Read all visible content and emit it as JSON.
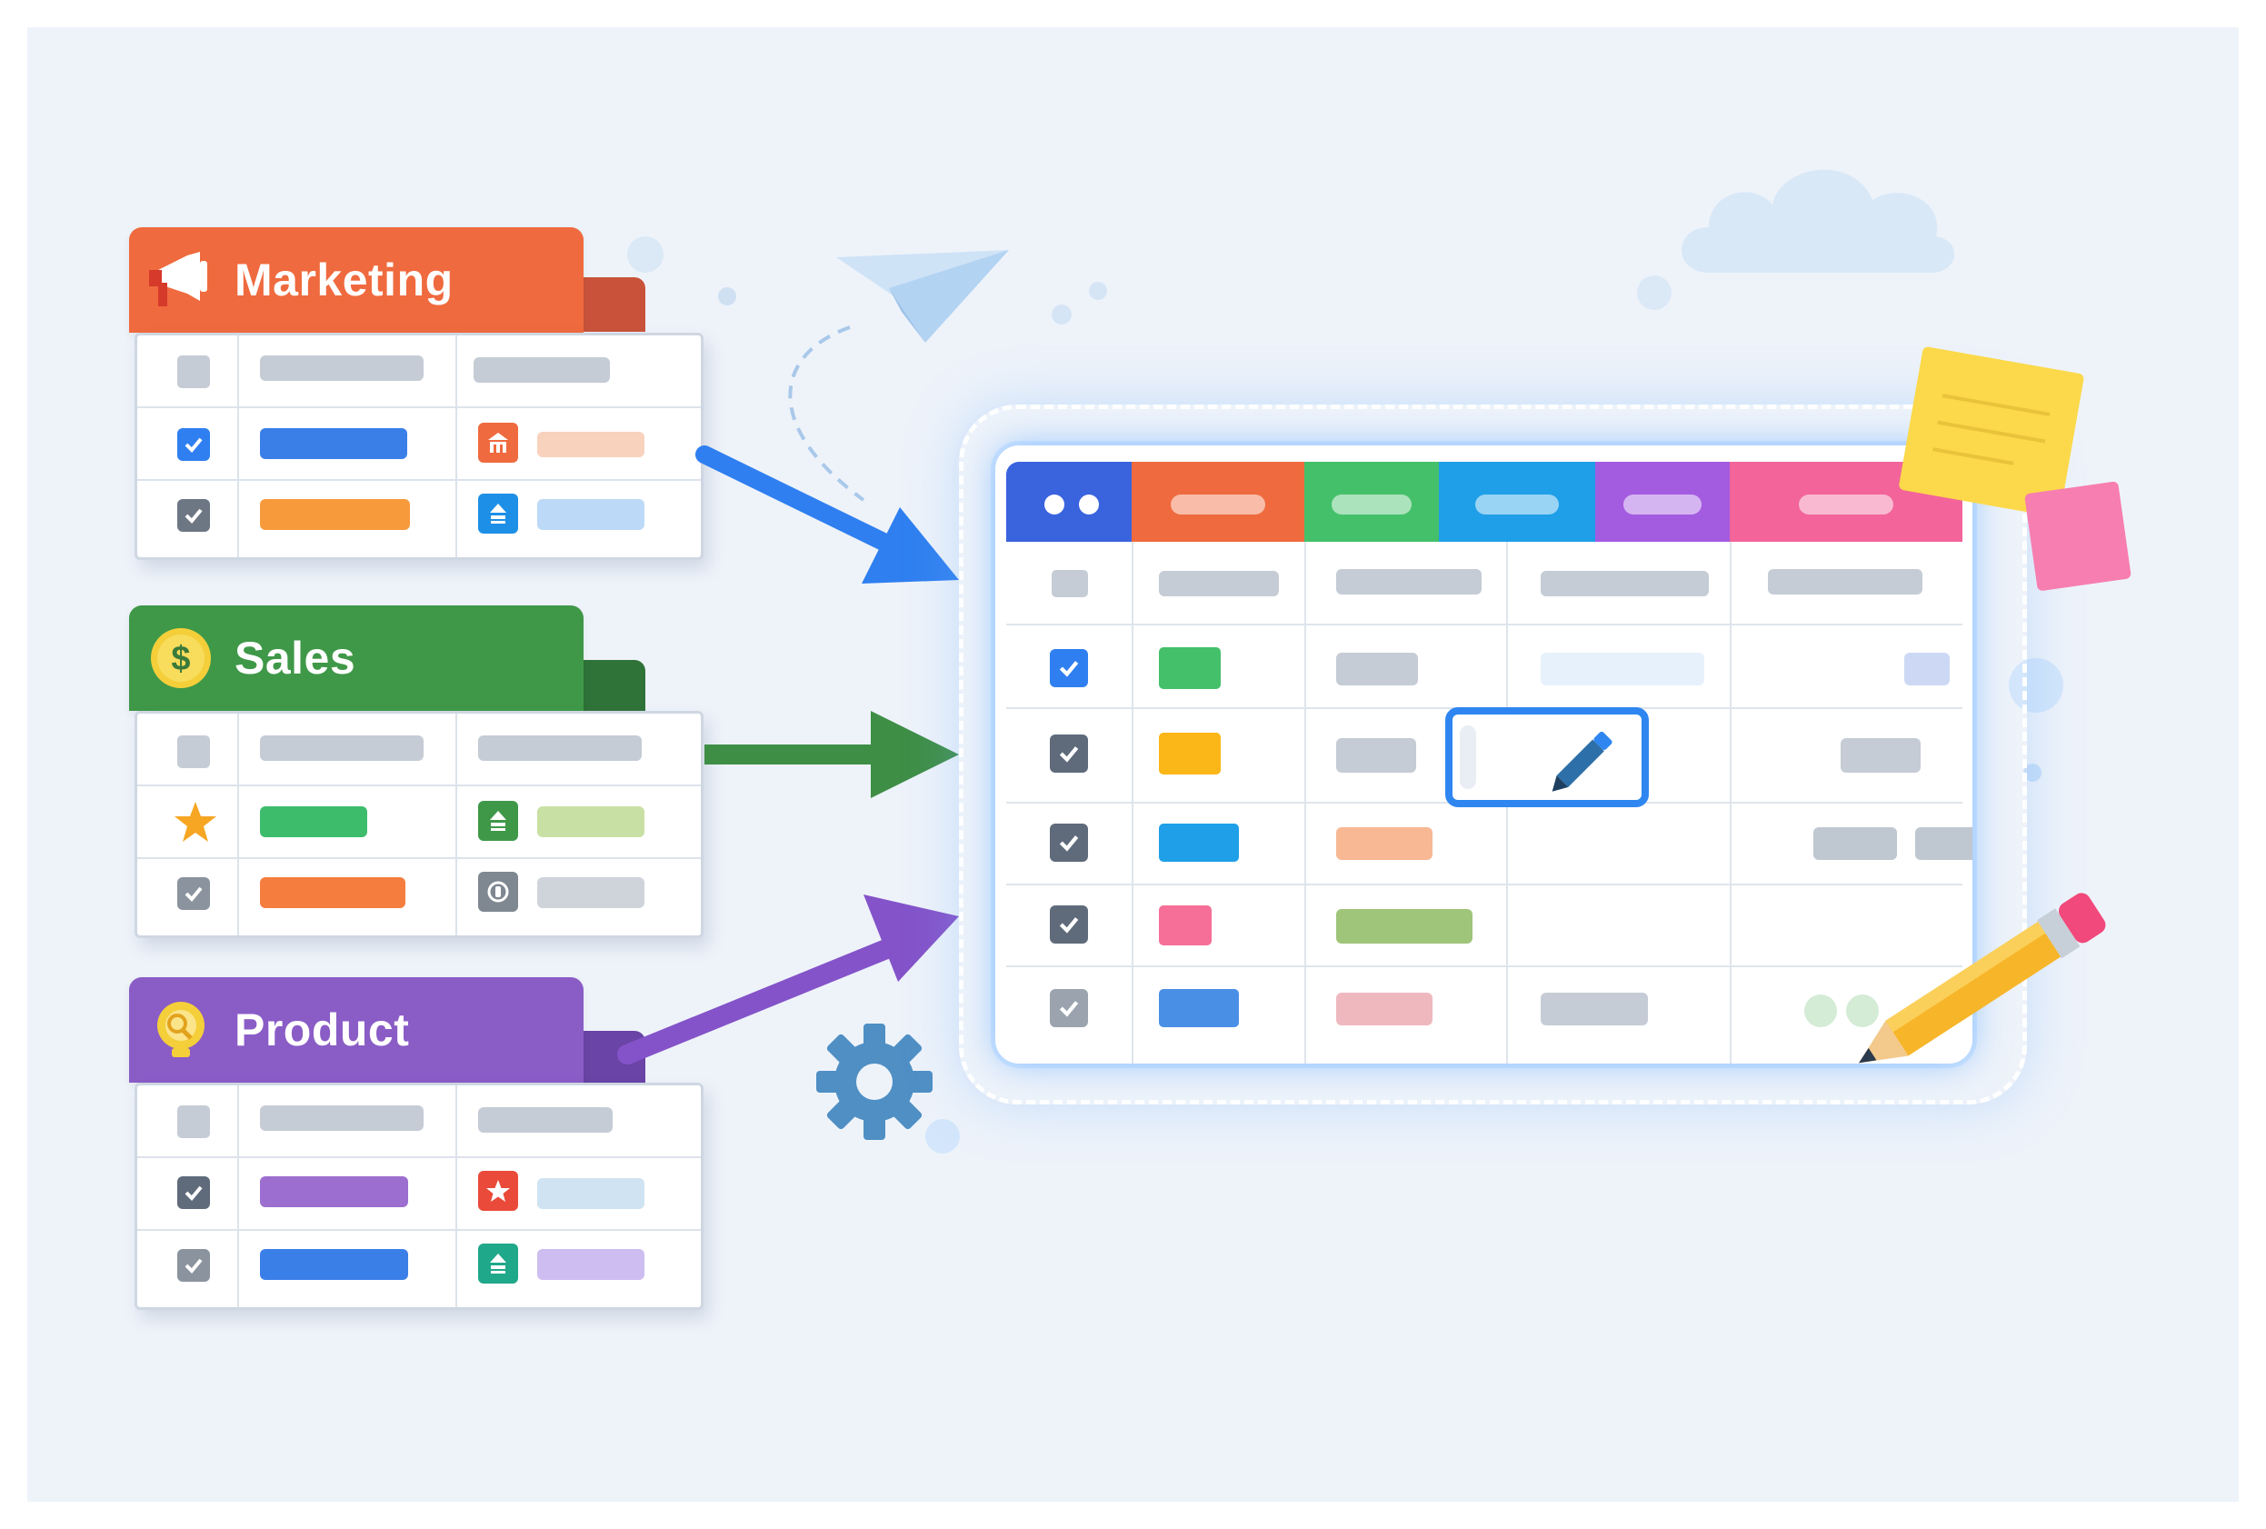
{
  "sources": [
    {
      "label": "Marketing",
      "color": "#ef6a3e",
      "back_color": "#c9533a",
      "icon": "megaphone-icon"
    },
    {
      "label": "Sales",
      "color": "#3f9848",
      "back_color": "#2f7338",
      "icon": "dollar-coin-icon"
    },
    {
      "label": "Product",
      "color": "#8a5cc6",
      "back_color": "#6a44a6",
      "icon": "lightbulb-icon"
    }
  ],
  "arrow_colors": {
    "marketing": "#2f7ff0",
    "sales": "#3e8e46",
    "product": "#8453c9"
  },
  "header_colors": [
    "#3a63de",
    "#ef6a3e",
    "#45c06a",
    "#1e9fe8",
    "#a35be0",
    "#f2649a"
  ],
  "decor_icons": [
    "paper-plane-icon",
    "cloud-icon",
    "gear-icon",
    "pencil-icon",
    "sticky-note-icon",
    "cell-edit-pencil-icon"
  ]
}
